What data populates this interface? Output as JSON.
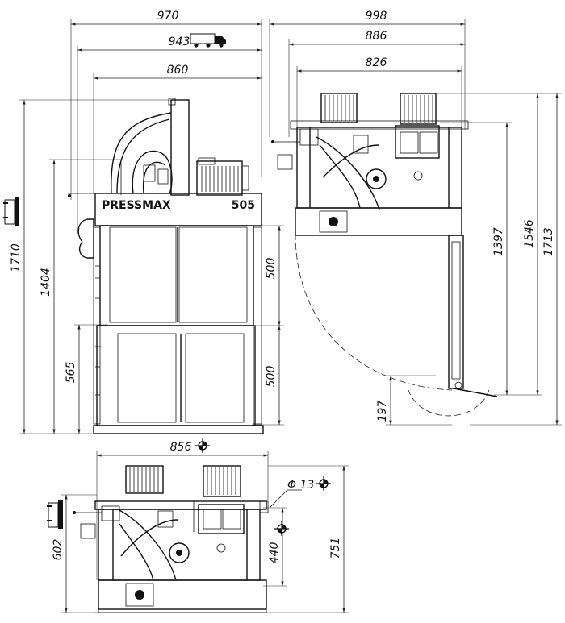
{
  "brand": {
    "name": "PRESSMAX",
    "model": "505"
  },
  "front_view": {
    "dims": {
      "width_outer": "970",
      "width_truck": "943",
      "width_inner": "860",
      "height_total": "1710",
      "height_feed": "1404",
      "height_lower": "565",
      "door_upper": "500",
      "door_lower": "500"
    }
  },
  "side_view": {
    "dims": {
      "width_outer": "998",
      "width_mid": "886",
      "width_inner": "826",
      "height_1397": "1397",
      "height_1546": "1546",
      "height_1713": "1713",
      "swing_197": "197"
    }
  },
  "top_view": {
    "dims": {
      "width_856": "856",
      "hole_diameter": "Φ 13",
      "depth_440": "440",
      "depth_751": "751",
      "depth_602": "602"
    }
  },
  "icons": [
    "truck-icon",
    "crosshair-icon",
    "forklift-icon"
  ],
  "colors": {
    "line": "#111111",
    "background": "#ffffff"
  }
}
